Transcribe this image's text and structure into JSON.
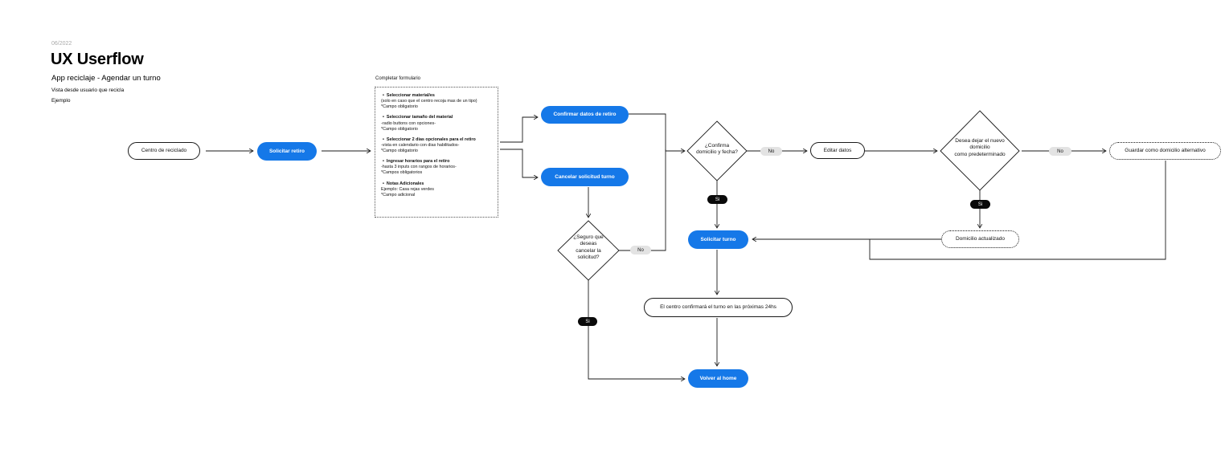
{
  "header": {
    "date": "06/2022",
    "title": "UX Userflow",
    "subtitle": "App reciclaje - Agendar un turno",
    "view": "Vista desde usuario que recicla",
    "example": "Ejemplo"
  },
  "form": {
    "label": "Completar formulario",
    "items": [
      {
        "title": "Seleccionar material/es",
        "lines": [
          "(solo en caso que el centro recoja mas de un tipo)",
          "*Campo obligatorio"
        ]
      },
      {
        "title": "Seleccionar tamaño del material",
        "lines": [
          "-radio buttons con opciones-",
          "*Campo obligatorio"
        ]
      },
      {
        "title": "Seleccionar 2 dias opcionales para el retiro",
        "lines": [
          "-vista en calendario con dias habilitados-",
          "*Campo obligatorio"
        ]
      },
      {
        "title": "Ingresar horarios para el retiro",
        "lines": [
          "-hasta 3 inputs con rangos de horarios-",
          "*Campos obligatorios"
        ]
      },
      {
        "title": "Notas Adicionales",
        "lines": [
          "Ejemplo: Casa rejas verdes",
          "*Campo adicional"
        ]
      }
    ]
  },
  "nodes": {
    "centro": "Centro de reciclado",
    "solicitar_retiro": "Solicitar retiro",
    "confirmar_datos": "Confirmar datos de retiro",
    "cancelar_solicitud": "Cancelar solicitud turno",
    "editar_datos": "Editar datos",
    "guardar_alternativo": "Guardar como domicilio alternativo",
    "domicilio_actualizado": "Domicilio actualizado",
    "solicitar_turno": "Solicitar turno",
    "centro_confirmara": "El centro confirmará el turno en las próximas 24hs",
    "volver_home": "Volver al home"
  },
  "decisions": {
    "confirma_domicilio": [
      "¿Confirma",
      "domicilio y fecha?"
    ],
    "desea_dejar": [
      "Desea dejar el nuevo",
      "domicilio",
      "como predeterminado"
    ],
    "seguro_cancelar": [
      "¿Seguro que",
      "deseas",
      "cancelar la",
      "solicitud?"
    ]
  },
  "labels": {
    "no": "No",
    "si": "Si"
  },
  "colors": {
    "primary": "#1578e8",
    "no_pill": "#e3e3e3",
    "si_pill": "#0a0a0a",
    "line": "#1a1a1a",
    "date_text": "#aaaaaa"
  }
}
